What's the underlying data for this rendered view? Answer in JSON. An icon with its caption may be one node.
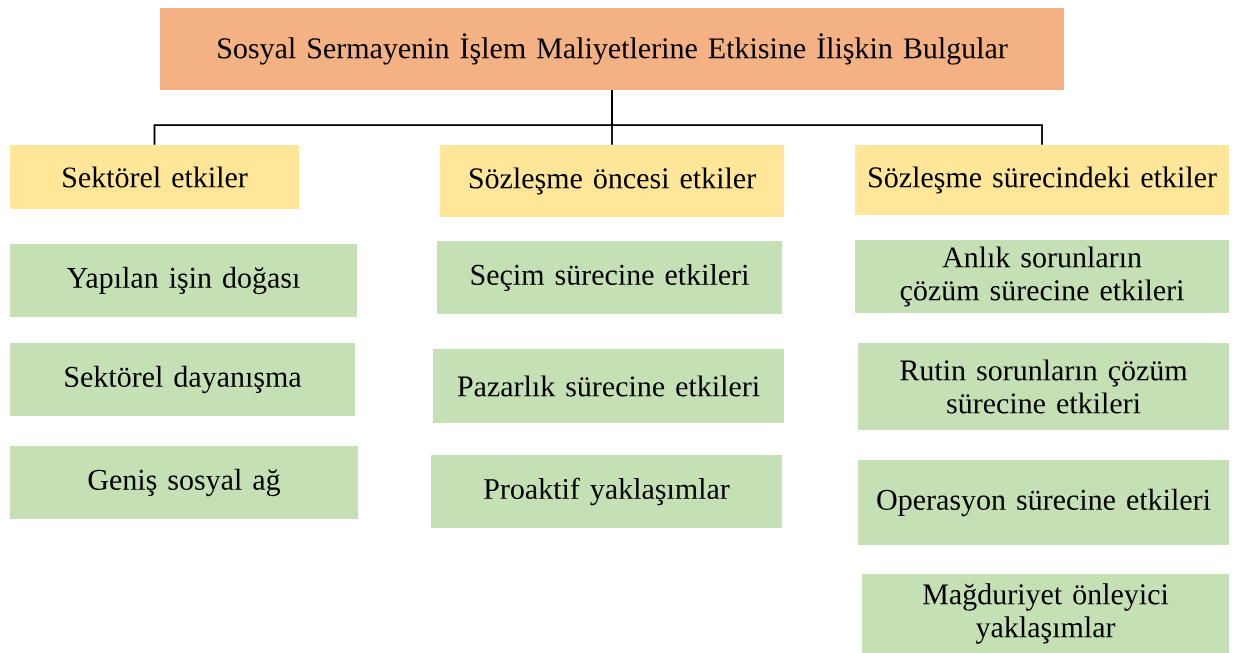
{
  "diagram": {
    "nodes": [
      {
        "text": [
          "Sosyal Sermayenin İşlem Maliyetlerine Etkisine İlişkin Bulgular"
        ]
      },
      {
        "text": [
          "Sektörel etkiler"
        ]
      },
      {
        "text": [
          "Sözleşme öncesi etkiler"
        ]
      },
      {
        "text": [
          "Sözleşme sürecindeki etkiler"
        ]
      },
      {
        "text": [
          "Yapılan işin doğası"
        ]
      },
      {
        "text": [
          "Sektörel dayanışma"
        ]
      },
      {
        "text": [
          "Geniş sosyal ağ"
        ]
      },
      {
        "text": [
          "Seçim sürecine etkileri"
        ]
      },
      {
        "text": [
          "Pazarlık sürecine etkileri"
        ]
      },
      {
        "text": [
          "Proaktif yaklaşımlar"
        ]
      },
      {
        "text": [
          "Anlık sorunların çözüm sürecine etkileri"
        ]
      },
      {
        "text": [
          "Rutin sorunların çözüm sürecine etkileri"
        ]
      },
      {
        "text": [
          "Operasyon sürecine etkileri"
        ]
      },
      {
        "text": [
          "Mağduriyet önleyici yaklaşımlar"
        ]
      }
    ],
    "edges": [
      {
        "from": 0,
        "to": 1,
        "arrow": "none"
      },
      {
        "from": 0,
        "to": 2,
        "arrow": "none"
      },
      {
        "from": 0,
        "to": 3,
        "arrow": "none"
      }
    ]
  }
}
